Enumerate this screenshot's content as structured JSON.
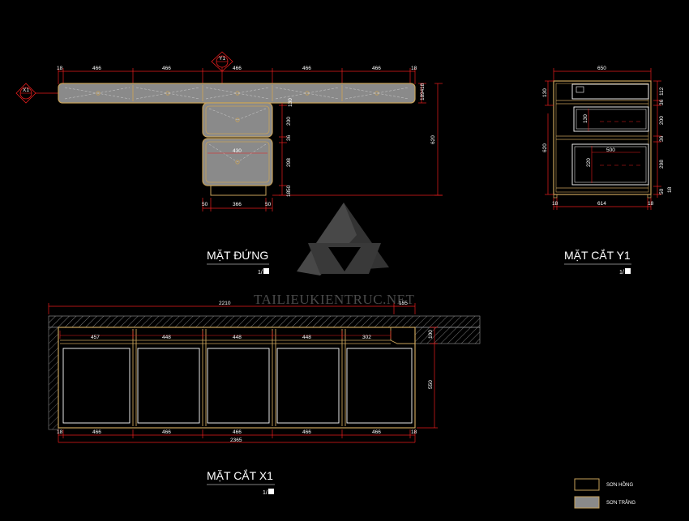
{
  "watermark": "TAILIEUKIENTRUC.NET",
  "colors": {
    "background": "#000000",
    "outline": "#c8a25a",
    "dimension": "#e81d1d",
    "panel_fill": "#8a8a8a",
    "text": "#ffffff"
  },
  "elevation": {
    "title": "MẶT ĐỨNG",
    "scale": "1/",
    "marker_x": "X1",
    "marker_y": "Y1",
    "top_dims": [
      "18",
      "466",
      "466",
      "466",
      "466",
      "466",
      "18"
    ],
    "right_dims": [
      "18",
      "94",
      "18",
      "130",
      "200",
      "36",
      "298",
      "50",
      "18"
    ],
    "overall_height": "620",
    "drawer_width": "430",
    "bottom_dims": [
      "50",
      "366",
      "50"
    ]
  },
  "section_y": {
    "title": "MẶT CẮT Y1",
    "scale": "1/",
    "top_dim": "650",
    "left_dims": [
      "130",
      "620"
    ],
    "right_dims": [
      "112",
      "36",
      "200",
      "36",
      "298",
      "50",
      "18"
    ],
    "inner_dims": [
      "130",
      "500",
      "220"
    ],
    "bottom_dims": [
      "18",
      "614",
      "18"
    ]
  },
  "section_x": {
    "title": "MẶT CẮT X1",
    "scale": "1/",
    "top_overall": "2210",
    "top_right": "155",
    "inner_dims": [
      "457",
      "448",
      "448",
      "448",
      "302"
    ],
    "right_dims": [
      "100",
      "550"
    ],
    "bottom_dims": [
      "18",
      "466",
      "466",
      "466",
      "466",
      "466",
      "18"
    ],
    "bottom_overall": "2365"
  },
  "legend": [
    {
      "label": "SƠN HỒNG",
      "fill": "#000000"
    },
    {
      "label": "SƠN TRẮNG",
      "fill": "#8a8a8a"
    }
  ]
}
